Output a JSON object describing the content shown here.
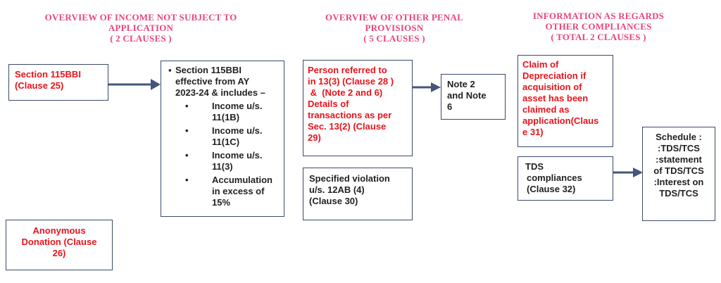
{
  "headings": {
    "income": [
      "OVERVIEW OF INCOME NOT SUBJECT TO",
      "APPLICATION",
      "( 2 CLAUSES )"
    ],
    "penal": [
      "OVERVIEW OF OTHER PENAL",
      "PROVISIOSN",
      "( 5 CLAUSES )"
    ],
    "compliance": [
      "INFORMATION AS REGARDS",
      "OTHER COMPLIANCES",
      "( TOTAL 2 CLAUSES )"
    ]
  },
  "boxes": {
    "section115bbi": [
      "Section 115BBI",
      "(Clause 25)"
    ],
    "anonymous": [
      "Anonymous",
      "Donation (Clause",
      "26)"
    ],
    "detail": {
      "lead": [
        "Section 115BBI",
        "effective from AY",
        "2023-24 & includes –"
      ],
      "items": [
        [
          "Income u/s.",
          "11(1B)"
        ],
        [
          "Income u/s.",
          "11(1C)"
        ],
        [
          "Income u/s.",
          "11(3)"
        ],
        [
          "Accumulation",
          "in excess of",
          "15%"
        ]
      ]
    },
    "person": [
      "Person referred to",
      "in 13(3) (Clause 28 )",
      " &  (Note 2 and 6)",
      "Details of",
      "transactions as per",
      "Sec. 13(2) (Clause",
      "29)"
    ],
    "note": [
      "Note 2",
      "and Note",
      "6"
    ],
    "violation": [
      "Specified violation",
      "u/s. 12AB (4)",
      "(Clause 30)"
    ],
    "depreciation": [
      "Claim of",
      "Depreciation if",
      "acquisition of",
      "asset has been",
      "claimed as",
      "application(Claus",
      "e 31)"
    ],
    "tds": [
      "TDS",
      "compliances",
      "(Clause 32)"
    ],
    "schedule": [
      "Schedule :",
      ":TDS/TCS",
      ":statement",
      "of TDS/TCS",
      ":Interest on",
      "TDS/TCS"
    ]
  }
}
